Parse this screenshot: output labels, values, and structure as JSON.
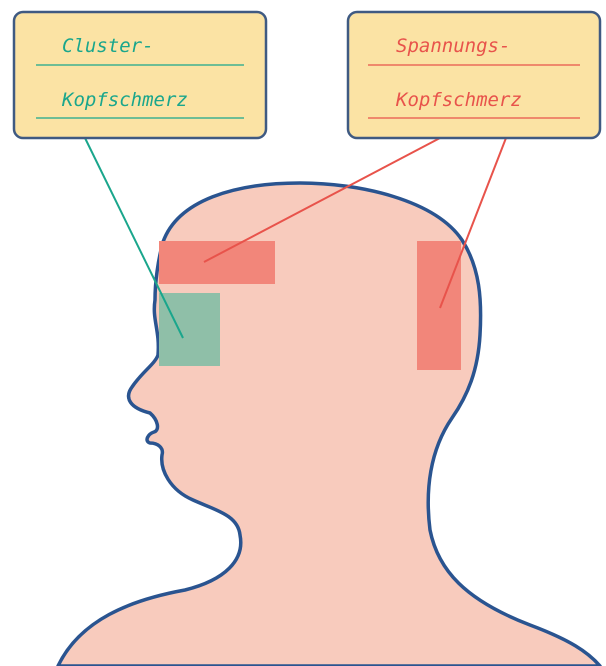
{
  "colors": {
    "background": "#ffffff",
    "head_fill": "#f8cbbd",
    "head_outline": "#2a5490",
    "box_fill": "#fbe3a4",
    "box_border": "#3f5a82",
    "cluster_color": "#1aa68c",
    "cluster_zone_fill": "#8fbfa8",
    "tension_color": "#e8534b",
    "tension_zone_fill": "#f2867a"
  },
  "labels": {
    "cluster": {
      "line1": "Cluster-",
      "line2": "Kopfschmerz",
      "color_key": "cluster_color"
    },
    "tension": {
      "line1": "Spannungs-",
      "line2": "Kopfschmerz",
      "color_key": "tension_color"
    }
  }
}
